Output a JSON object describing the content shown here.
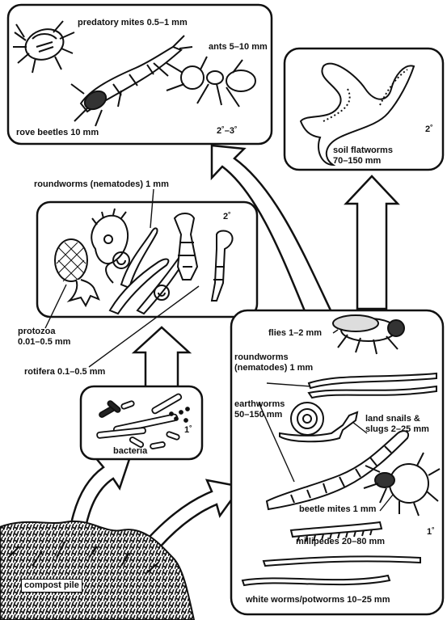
{
  "boxes": {
    "top": {
      "labels": {
        "predatory_mites": "predatory mites 0.5–1 mm",
        "ants": "ants 5–10 mm",
        "rove_beetles": "rove beetles 10 mm",
        "level": "2˚–3˚"
      }
    },
    "flatworms": {
      "labels": {
        "level": "2˚",
        "name": "soil flatworms\n70–150 mm"
      }
    },
    "middle": {
      "title": "roundworms (nematodes) 1 mm",
      "level": "2˚"
    },
    "bacteria": {
      "label": "bacteria",
      "level": "1˚"
    },
    "bottom_right": {
      "level": "1˚"
    }
  },
  "labels": {
    "protozoa": "protozoa\n0.01–0.5 mm",
    "rotifera": "rotifera 0.1–0.5 mm",
    "flies": "flies 1–2 mm",
    "roundworms2": "roundworms\n(nematodes) 1 mm",
    "earthworms": "earthworms\n50–150 mm",
    "snails": "land snails &\nslugs 2–25 mm",
    "beetle_mites": "beetle mites 1 mm",
    "millipedes": "millipedes 20–80 mm",
    "white_worms": "white worms/potworms 10–25 mm",
    "compost": "compost pile"
  },
  "colors": {
    "ink": "#111111",
    "paper": "#ffffff"
  }
}
